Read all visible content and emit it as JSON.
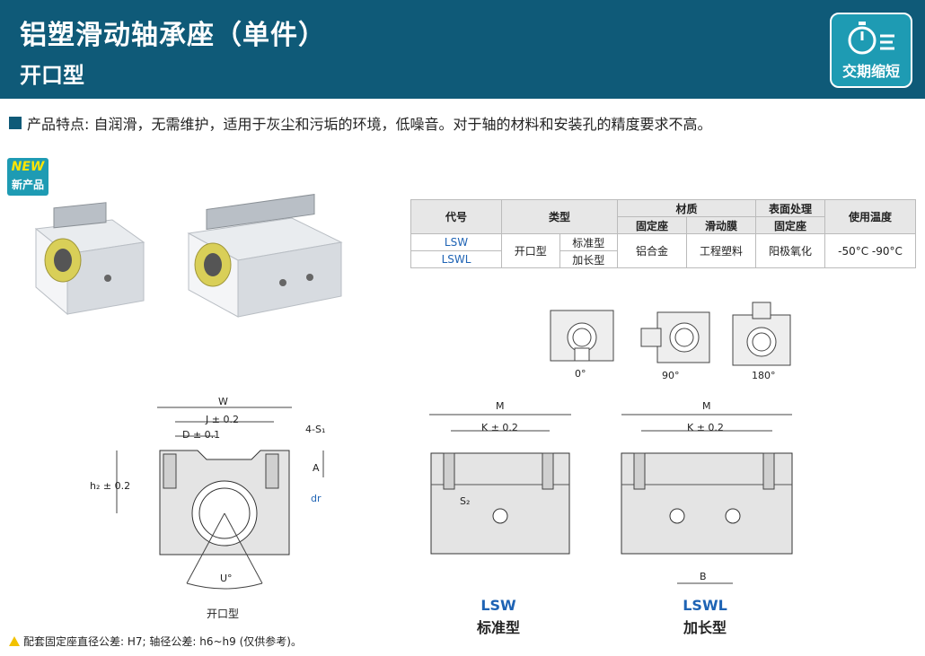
{
  "header": {
    "title": "铝塑滑动轴承座（单件）",
    "subtitle": "开口型",
    "badge_label": "交期缩短"
  },
  "feature_text": "产品特点: 自润滑，无需维护，适用于灰尘和污垢的环境，低噪音。对于轴的材料和安装孔的精度要求不高。",
  "new_badge": {
    "line1": "NEW",
    "line2": "新产品"
  },
  "table": {
    "h_code": "代号",
    "h_type": "类型",
    "h_material": "材质",
    "h_surface": "表面处理",
    "h_temp": "使用温度",
    "h_housing": "固定座",
    "h_film": "滑动膜",
    "h_surface_sub": "固定座",
    "code1": "LSW",
    "code2": "LSWL",
    "type_main": "开口型",
    "type1": "标准型",
    "type2": "加长型",
    "housing": "铝合金",
    "film": "工程塑料",
    "surface": "阳极氧化",
    "temp": "-50°C -90°C"
  },
  "orientations": [
    "0°",
    "90°",
    "180°"
  ],
  "dims": {
    "W": "W",
    "J": "J ± 0.2",
    "D": "D ± 0.1",
    "S1": "4-S₁",
    "A": "A",
    "h2": "h₂ ± 0.2",
    "dr": "dr",
    "U": "U°",
    "front_label": "开口型",
    "M1": "M",
    "K1": "K ± 0.2",
    "S2": "S₂",
    "M2": "M",
    "K2": "K ± 0.2",
    "B": "B"
  },
  "labels": {
    "lsw": "LSW",
    "lsw_sub": "标准型",
    "lswl": "LSWL",
    "lswl_sub": "加长型"
  },
  "note": "配套固定座直径公差: H7; 轴径公差: h6~h9 (仅供参考)。",
  "colors": {
    "header": "#0f5a78",
    "accent": "#1e9bb3",
    "code_blue": "#1e63b4"
  }
}
